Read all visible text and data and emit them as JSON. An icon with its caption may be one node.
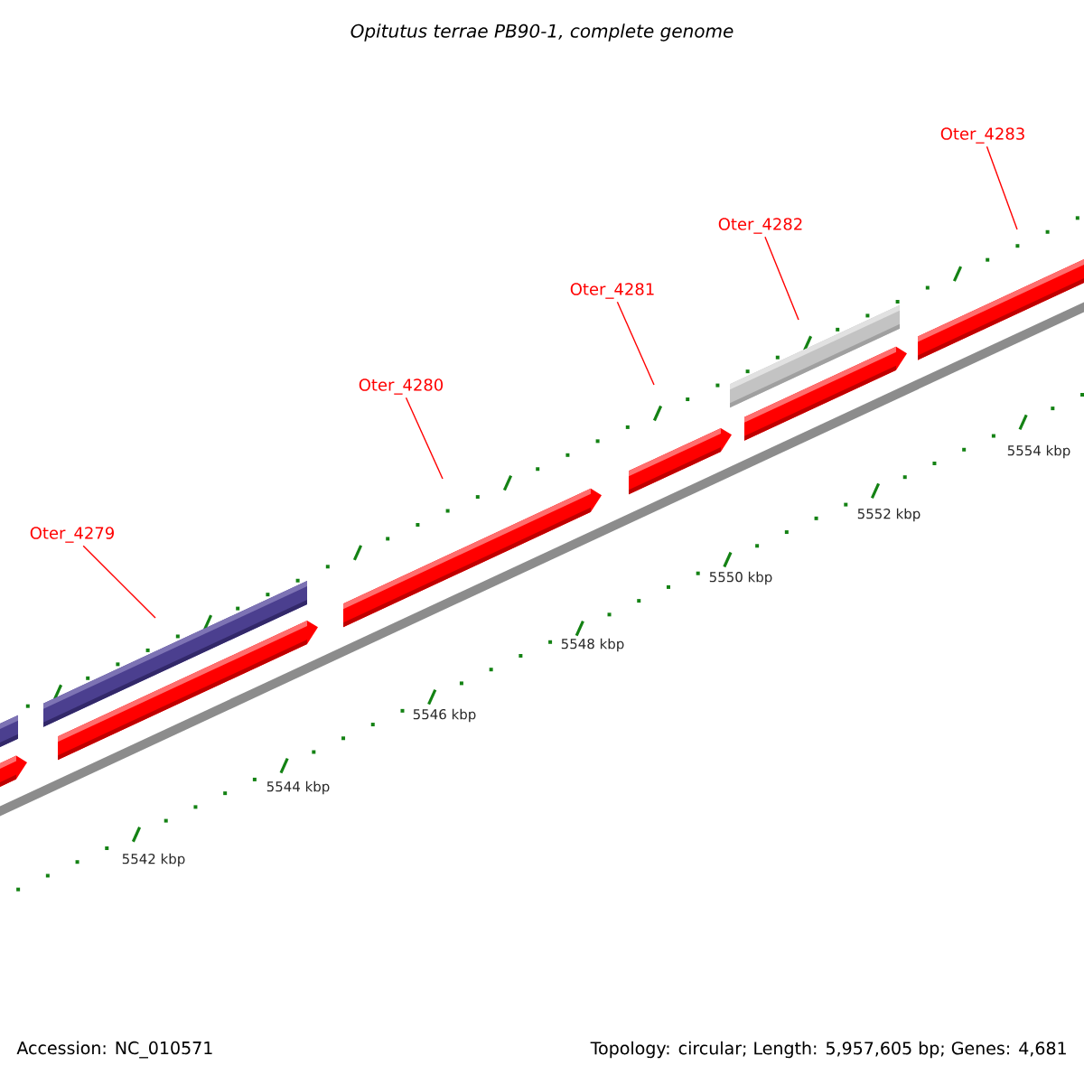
{
  "diagram": {
    "title": "Opitutus terrae PB90-1, complete genome",
    "nodes": [
      {
        "text": [
          "Oter_4279"
        ]
      },
      {
        "text": [
          "Oter_4280"
        ]
      },
      {
        "text": [
          "Oter_4281"
        ]
      },
      {
        "text": [
          "Oter_4282"
        ]
      },
      {
        "text": [
          "Oter_4283"
        ]
      }
    ],
    "edges": [
      {
        "from": 0,
        "to": null,
        "arrow": "none"
      },
      {
        "from": 1,
        "to": null,
        "arrow": "none"
      },
      {
        "from": 2,
        "to": null,
        "arrow": "none"
      },
      {
        "from": 3,
        "to": null,
        "arrow": "none"
      },
      {
        "from": 4,
        "to": null,
        "arrow": "none"
      }
    ],
    "labels": [
      "5554 kbp",
      "5552 kbp",
      "5550 kbp",
      "5548 kbp",
      "5546 kbp",
      "5544 kbp",
      "5542 kbp",
      "Accession: NC_010571",
      "Topology: circular; Length: 5,957,605 bp; Genes: 4,681"
    ]
  }
}
